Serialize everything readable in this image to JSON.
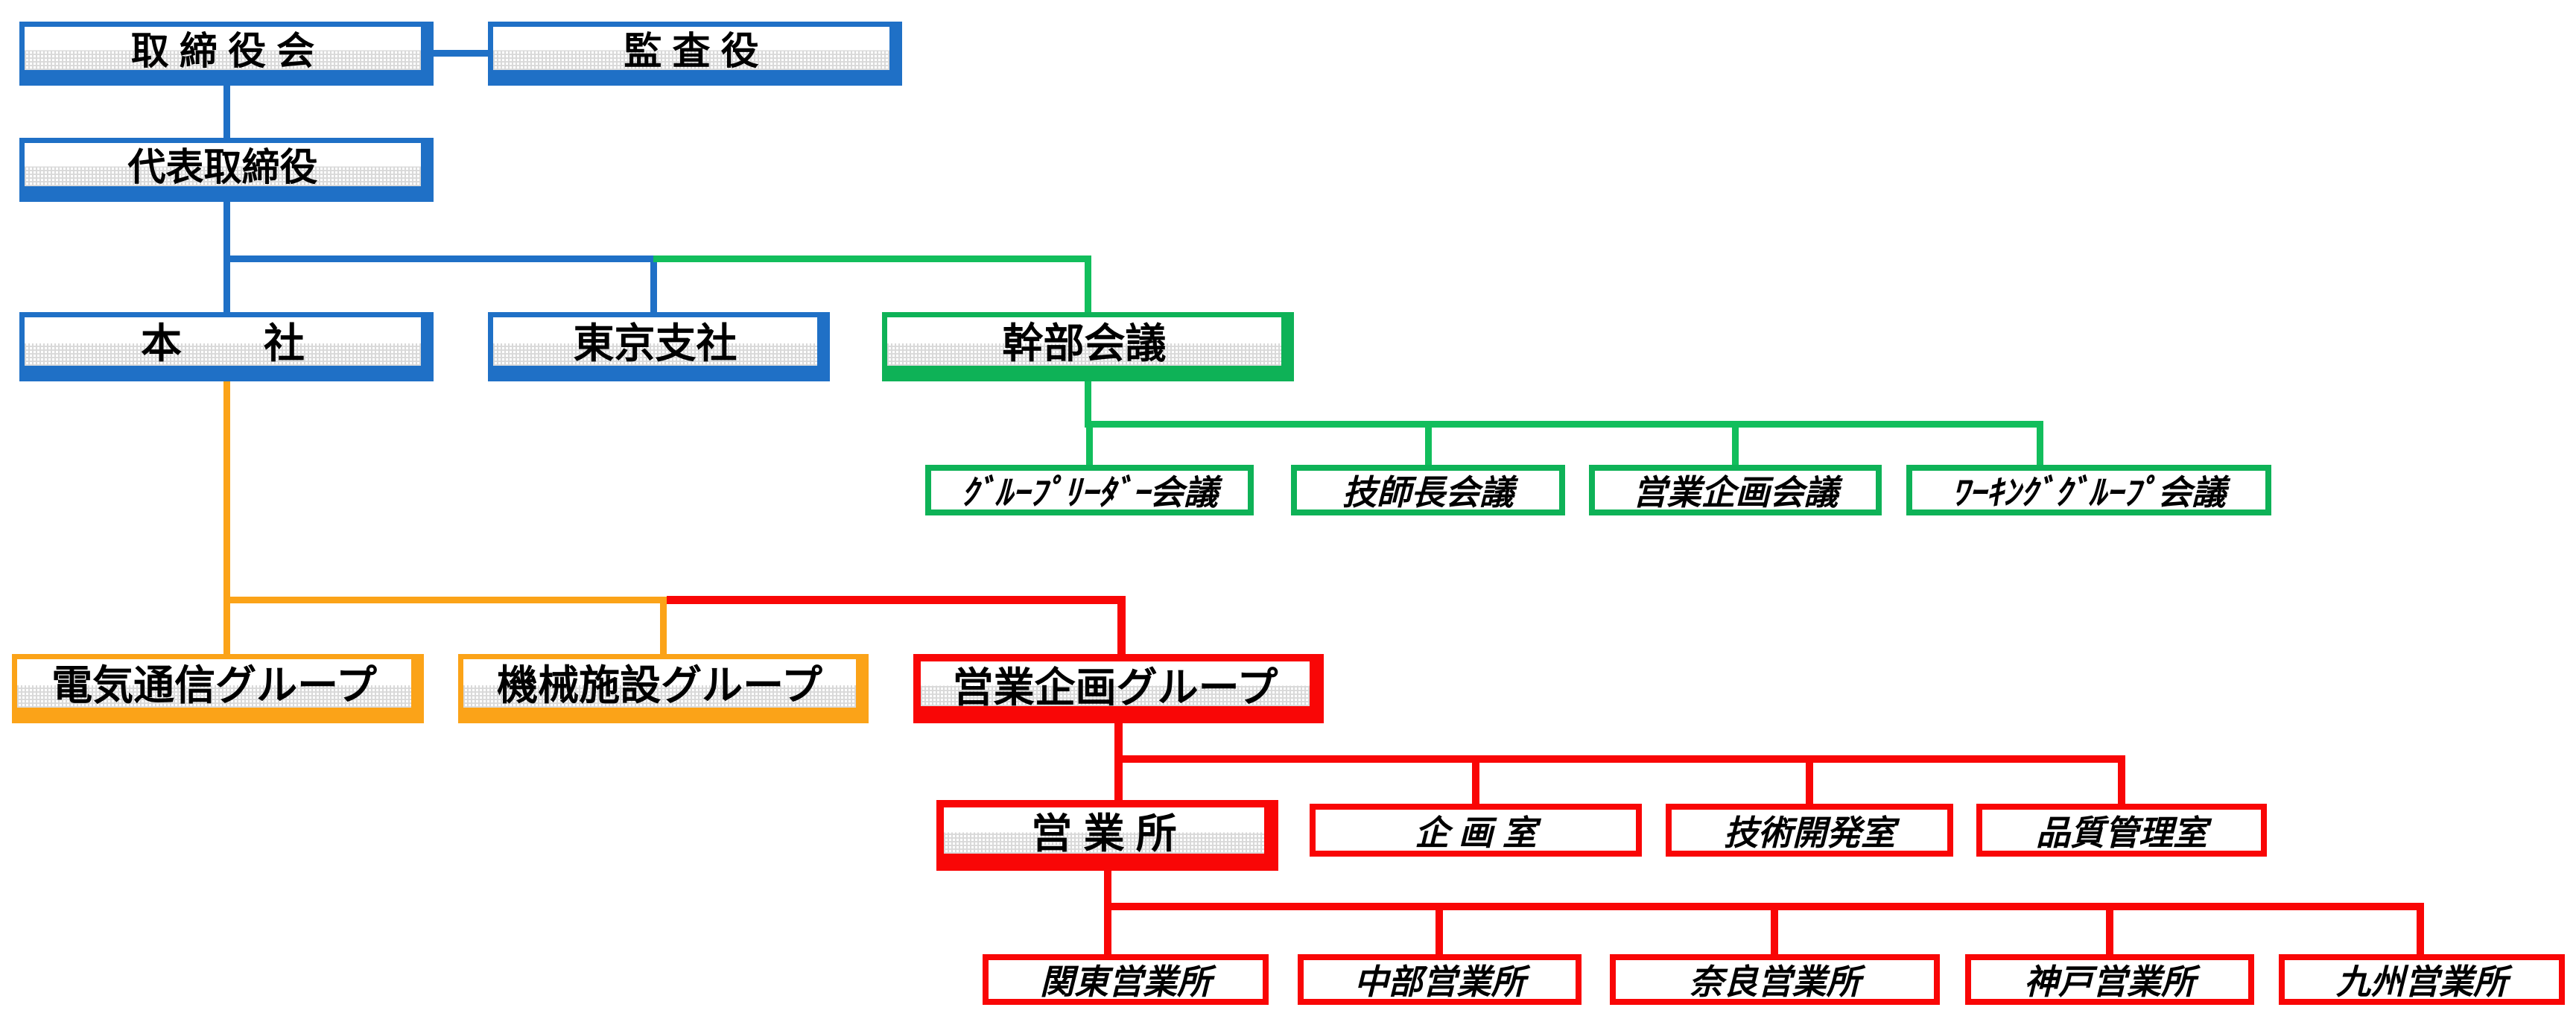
{
  "palette": {
    "blue": "#1F70C6",
    "green_line": "#12BE5C",
    "green_box": "#0EB257",
    "orange": "#FBA318",
    "red": "#F90606",
    "text": "#000000",
    "fill_band": "#D9D9D9",
    "background": "#FFFFFF"
  },
  "nodes": {
    "board": {
      "label": "取 締 役 会"
    },
    "auditor": {
      "label": "監 査 役"
    },
    "ceo": {
      "label": "代表取締役"
    },
    "head_office": {
      "label": "本　　社"
    },
    "tokyo_branch": {
      "label": "東京支社"
    },
    "executive_meeting": {
      "label": "幹部会議"
    },
    "group_leader_meeting": {
      "label": "ｸﾞﾙｰﾌﾟﾘｰﾀﾞｰ会議"
    },
    "chief_engineer_meeting": {
      "label": "技師長会議"
    },
    "sales_planning_meeting": {
      "label": "営業企画会議"
    },
    "working_group_meeting": {
      "label": "ﾜｰｷﾝｸﾞｸﾞﾙｰﾌﾟ会議"
    },
    "telecom_group": {
      "label": "電気通信グループ"
    },
    "machinery_group": {
      "label": "機械施設グループ"
    },
    "sales_planning_group": {
      "label": "営業企画グループ"
    },
    "sales_office": {
      "label": "営 業 所"
    },
    "planning_room": {
      "label": "企 画 室"
    },
    "tech_dev_room": {
      "label": "技術開発室"
    },
    "quality_room": {
      "label": "品質管理室"
    },
    "kanto_office": {
      "label": "関東営業所"
    },
    "chubu_office": {
      "label": "中部営業所"
    },
    "nara_office": {
      "label": "奈良営業所"
    },
    "kobe_office": {
      "label": "神戸営業所"
    },
    "kyushu_office": {
      "label": "九州営業所"
    }
  },
  "relations": [
    {
      "from": "board",
      "to": "auditor"
    },
    {
      "from": "board",
      "to": "ceo"
    },
    {
      "from": "ceo",
      "to": "head_office"
    },
    {
      "from": "ceo",
      "to": "tokyo_branch"
    },
    {
      "from": "ceo",
      "to": "executive_meeting"
    },
    {
      "from": "executive_meeting",
      "to": "group_leader_meeting"
    },
    {
      "from": "executive_meeting",
      "to": "chief_engineer_meeting"
    },
    {
      "from": "executive_meeting",
      "to": "sales_planning_meeting"
    },
    {
      "from": "executive_meeting",
      "to": "working_group_meeting"
    },
    {
      "from": "head_office",
      "to": "telecom_group"
    },
    {
      "from": "head_office",
      "to": "machinery_group"
    },
    {
      "from": "head_office",
      "to": "sales_planning_group"
    },
    {
      "from": "sales_planning_group",
      "to": "sales_office"
    },
    {
      "from": "sales_planning_group",
      "to": "planning_room"
    },
    {
      "from": "sales_planning_group",
      "to": "tech_dev_room"
    },
    {
      "from": "sales_planning_group",
      "to": "quality_room"
    },
    {
      "from": "sales_office",
      "to": "kanto_office"
    },
    {
      "from": "sales_office",
      "to": "chubu_office"
    },
    {
      "from": "sales_office",
      "to": "nara_office"
    },
    {
      "from": "sales_office",
      "to": "kobe_office"
    },
    {
      "from": "sales_office",
      "to": "kyushu_office"
    }
  ]
}
